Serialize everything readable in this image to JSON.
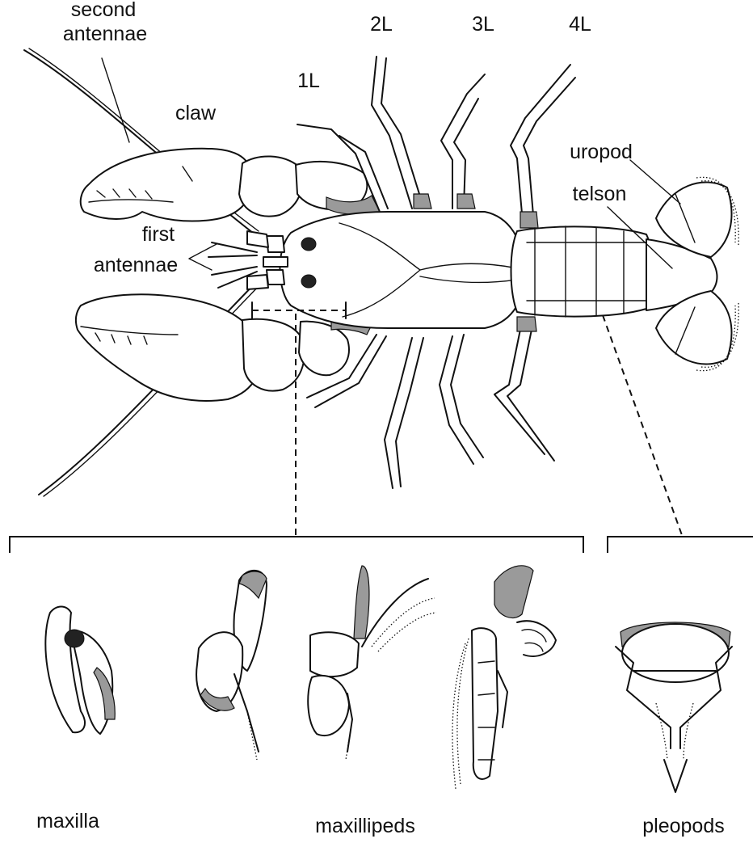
{
  "labels": {
    "second_antennae": [
      "second",
      "antennae"
    ],
    "claw": "claw",
    "first_antennae": [
      "first",
      "antennae"
    ],
    "leg_1": "1L",
    "leg_2": "2L",
    "leg_3": "3L",
    "leg_4": "4L",
    "uropod": "uropod",
    "telson": "telson",
    "maxilla": "maxilla",
    "maxillipeds": "maxillipeds",
    "pleopods": "pleopods"
  }
}
